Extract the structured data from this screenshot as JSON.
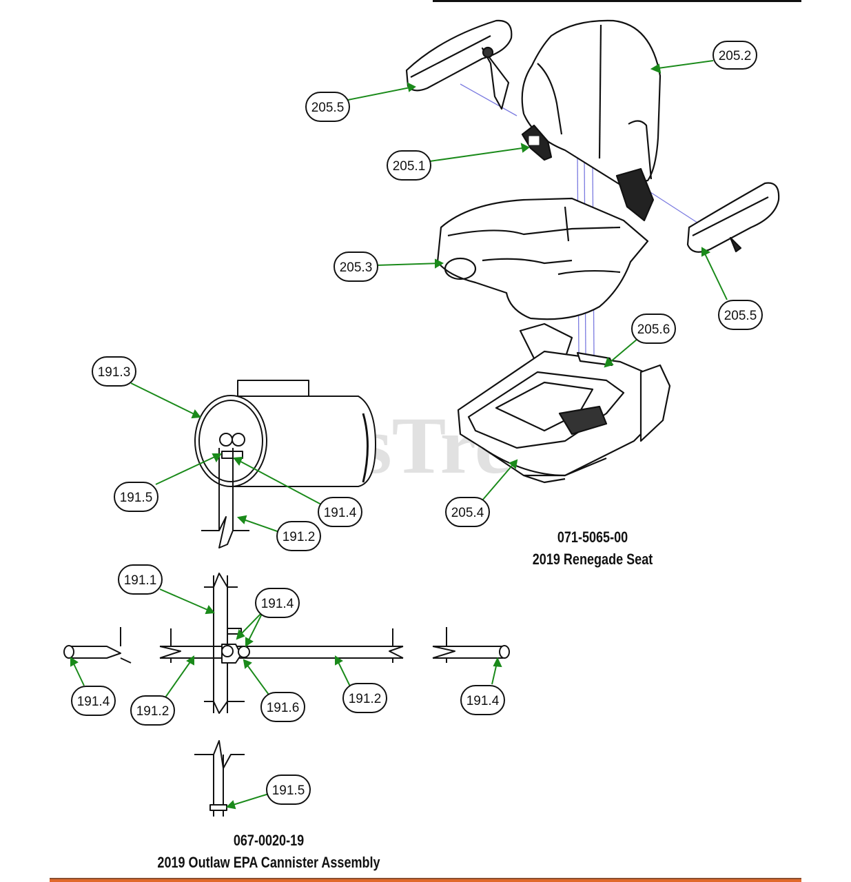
{
  "watermark": "PartsTree",
  "seat": {
    "part_number": "071-5065-00",
    "name": "2019 Renegade Seat"
  },
  "cannister": {
    "part_number": "067-0020-19",
    "name": "2019 Outlaw EPA Cannister Assembly"
  },
  "callouts": {
    "seat_back": "205.2",
    "armrest_left": "205.5",
    "knob": "205.1",
    "cushion": "205.3",
    "armrest_right": "205.5",
    "bracket": "205.6",
    "base": "205.4",
    "canister": "191.3",
    "clamp_tank": "191.5",
    "clamp_tank_b": "191.4",
    "hose_vertical": "191.2",
    "hose_main": "191.1",
    "clamp_pair": "191.4",
    "clamp_left": "191.4",
    "hose_left": "191.2",
    "tee": "191.6",
    "hose_right": "191.2",
    "clamp_right": "191.4",
    "clamp_bottom": "191.5"
  },
  "colors": {
    "leader": "#1a8a1a",
    "guide": "#7a7ae0",
    "bottom_bar": "#e0692b"
  }
}
